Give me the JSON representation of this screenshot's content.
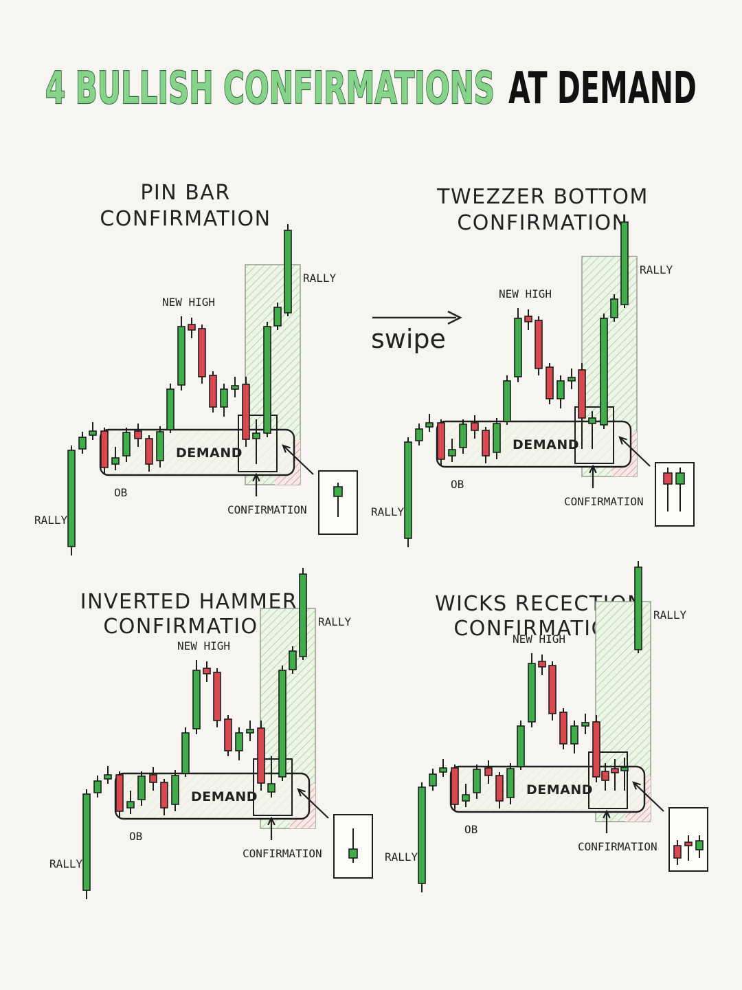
{
  "header": {
    "title_green": "4 BULLISH CONFIRMATIONS",
    "title_black": "AT DEMAND"
  },
  "swipe": {
    "label": "swipe"
  },
  "colors": {
    "bull": "#3fae4a",
    "bear": "#d9474f",
    "outline": "#1e1e1e",
    "green_hatch": "#8fcf86",
    "red_hatch": "#d98b8b",
    "title_green": "#86d48a"
  },
  "panels": [
    {
      "id": "pin-bar",
      "title_lines": [
        "PIN BAR",
        "CONFIRMATION"
      ],
      "labels": {
        "rally_left": "RALLY",
        "ob": "OB",
        "demand": "DEMAND",
        "new_high": "NEW HIGH",
        "rally_right": "RALLY",
        "confirmation": "CONFIRMATION"
      },
      "legend_icon": "pin-bar-candle-icon"
    },
    {
      "id": "tweezer-bottom",
      "title_lines": [
        "TWEZZER BOTTOM",
        "CONFIRMATION"
      ],
      "labels": {
        "rally_left": "RALLY",
        "ob": "OB",
        "demand": "DEMAND",
        "new_high": "NEW HIGH",
        "rally_right": "RALLY",
        "confirmation": "CONFIRMATION"
      },
      "legend_icon": "tweezer-bottom-candles-icon"
    },
    {
      "id": "inverted-hammer",
      "title_lines": [
        "INVERTED HAMMER",
        "CONFIRMATION"
      ],
      "labels": {
        "rally_left": "RALLY",
        "ob": "OB",
        "demand": "DEMAND",
        "new_high": "NEW HIGH",
        "rally_right": "RALLY",
        "confirmation": "CONFIRMATION"
      },
      "legend_icon": "inverted-hammer-candle-icon"
    },
    {
      "id": "wicks-rejection",
      "title_lines": [
        "WICKS RECECTION",
        "CONFIRMATION"
      ],
      "labels": {
        "rally_left": "RALLY",
        "ob": "OB",
        "demand": "DEMAND",
        "new_high": "NEW HIGH",
        "rally_right": "RALLY",
        "confirmation": "CONFIRMATION"
      },
      "legend_icon": "wicks-rejection-candles-icon"
    }
  ]
}
